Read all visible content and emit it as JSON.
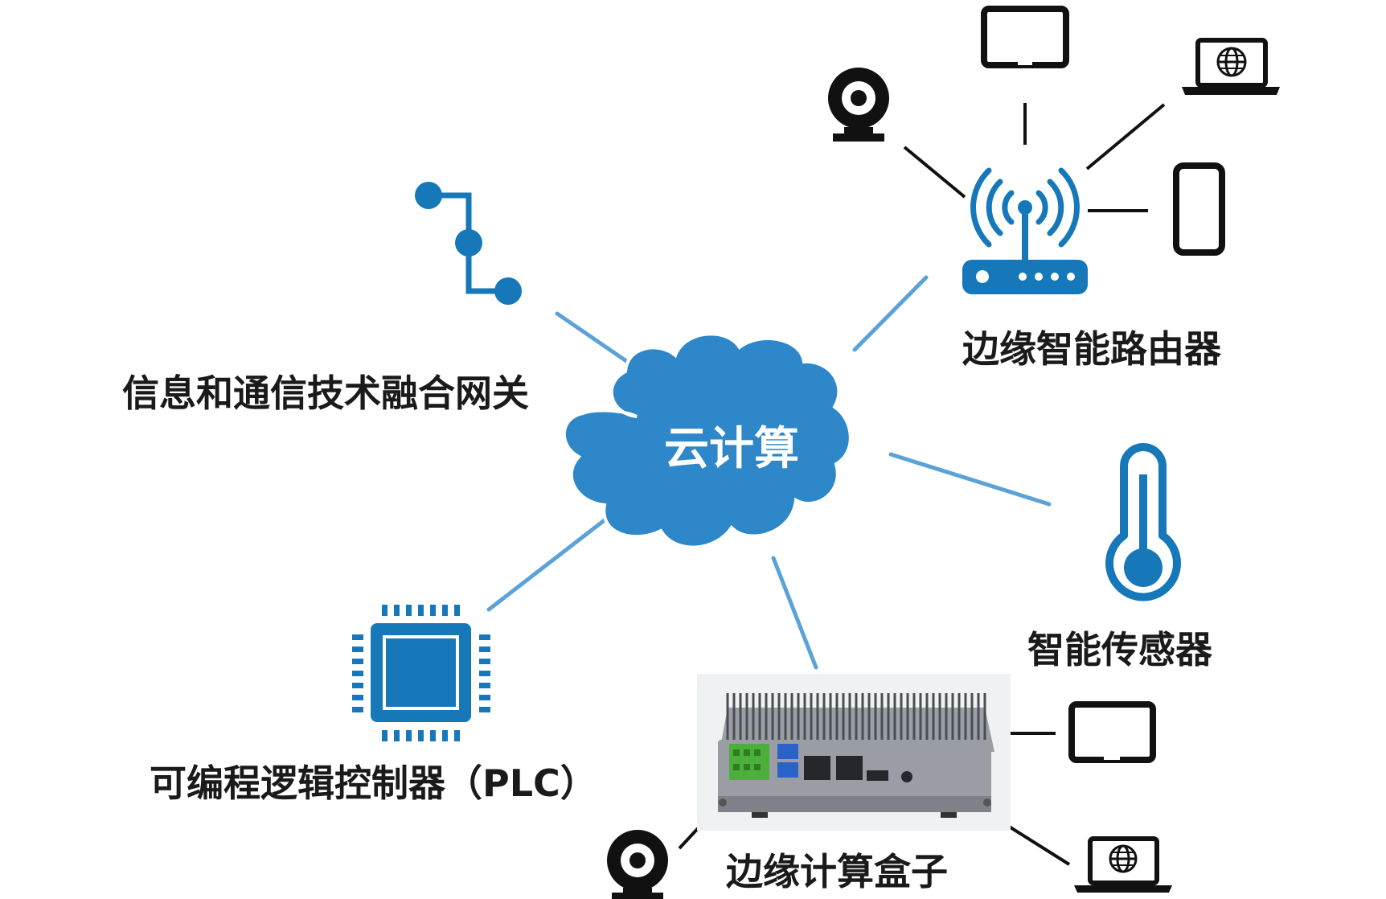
{
  "labels": {
    "cloud": "云计算",
    "gateway": "信息和通信技术融合网关",
    "router": "边缘智能路由器",
    "sensor": "智能传感器",
    "plc": "可编程逻辑控制器（PLC）",
    "edge_box": "边缘计算盒子"
  },
  "icons": [
    "cloud-icon",
    "gateway-node-icon",
    "router-wifi-icon",
    "webcam-icon",
    "tablet-icon",
    "laptop-globe-icon",
    "smartphone-icon",
    "thermometer-icon",
    "chip-icon",
    "edge-box-device-image"
  ],
  "colors": {
    "accent_blue": "#1678b9",
    "cloud_fill": "#2d87c8",
    "link_line": "#5ba2d8",
    "device_line": "#111111"
  }
}
